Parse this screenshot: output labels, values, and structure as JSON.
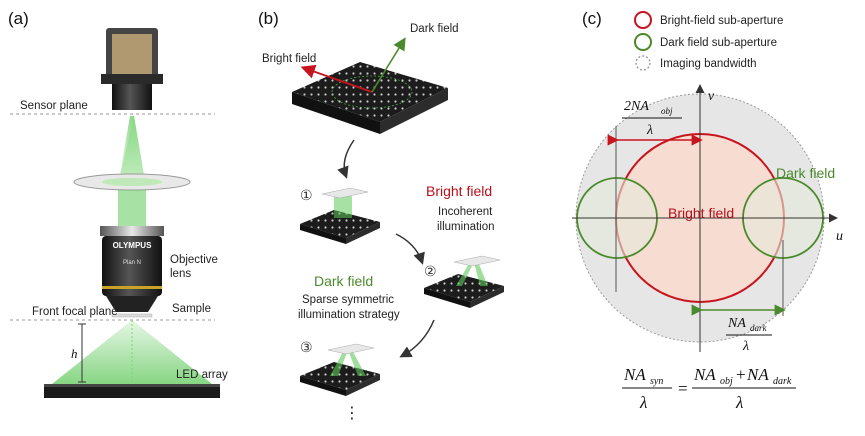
{
  "panel_a": {
    "label": "(a)",
    "sensor_plane": "Sensor plane",
    "objective": "Objective",
    "lens": "lens",
    "brand": "OLYMPUS",
    "plan": "Plan N",
    "sample": "Sample",
    "front_focal_plane": "Front focal plane",
    "height_symbol": "h",
    "led_array": "LED array"
  },
  "panel_b": {
    "label": "(b)",
    "bright_field_arrow": "Bright field",
    "dark_field_arrow": "Dark field",
    "step1": "①",
    "step2": "②",
    "step3": "③",
    "bright_title": "Bright field",
    "bright_desc1": "Incoherent",
    "bright_desc2": "illumination",
    "dark_title": "Dark field",
    "dark_desc1": "Sparse symmetric",
    "dark_desc2": "illumination strategy",
    "ellipsis": "⋮"
  },
  "panel_c": {
    "label": "(c)",
    "legend": [
      {
        "label": "Bright-field sub-aperture",
        "color": "#c8141e"
      },
      {
        "label": "Dark field sub-aperture",
        "color": "#4a8a2c"
      },
      {
        "label": "Imaging bandwidth",
        "color": "#999999"
      }
    ],
    "axis_v": "v",
    "axis_u": "u",
    "bright_label": "Bright field",
    "dark_label": "Dark field",
    "obj_num_main": "2NA",
    "obj_num_sub": "obj",
    "dark_num_main": "NA",
    "dark_num_sub": "dark",
    "lambda": "λ",
    "formula": {
      "lhs_main": "NA",
      "lhs_sub": "syn",
      "rhs_a_main": "NA",
      "rhs_a_sub": "obj",
      "plus": "+",
      "rhs_b_main": "NA",
      "rhs_b_sub": "dark",
      "equals": "=",
      "lambda": "λ"
    }
  },
  "colors": {
    "led_green": "#5fc85a",
    "bright_red": "#c8141e",
    "dark_green": "#4a8a2c",
    "bright_fill": "#f7dcd2",
    "bandwidth_fill": "#e6e6e6"
  }
}
